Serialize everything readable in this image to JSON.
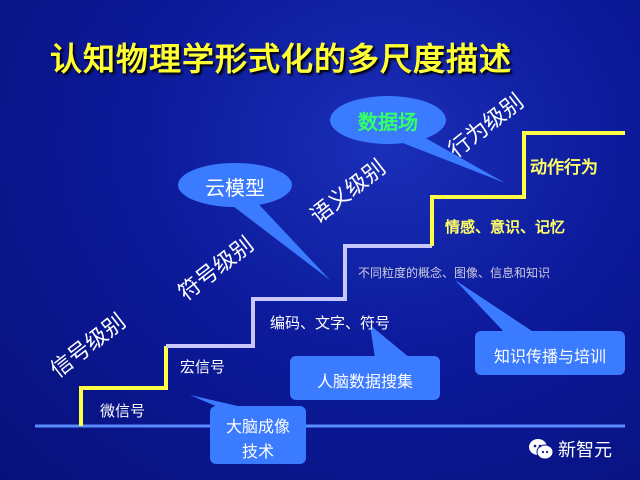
{
  "title": "认知物理学形式化的多尺度描述",
  "levels": {
    "signal": "信号级别",
    "symbol": "符号级别",
    "semantic": "语义级别",
    "behavior": "行为级别"
  },
  "steps": {
    "micro": "微信号",
    "macro": "宏信号",
    "coding": "编码、文字、符号",
    "concepts": "不同粒度的概念、图像、信息和知识",
    "emotion": "情感、意识、记忆",
    "action": "动作行为"
  },
  "callouts": {
    "cloud_model": "云模型",
    "data_field": "数据场",
    "brain_data": "人脑数据搜集",
    "knowledge": "知识传播与培训",
    "imaging_line1": "大脑成像",
    "imaging_line2": "技术"
  },
  "watermark": "新智元",
  "colors": {
    "title": "#ffff33",
    "yellow_step": "#ffff44",
    "lavender_step": "#c8c8ff",
    "callout": "#3a7bff",
    "ellipse_text": "#33ff66"
  }
}
